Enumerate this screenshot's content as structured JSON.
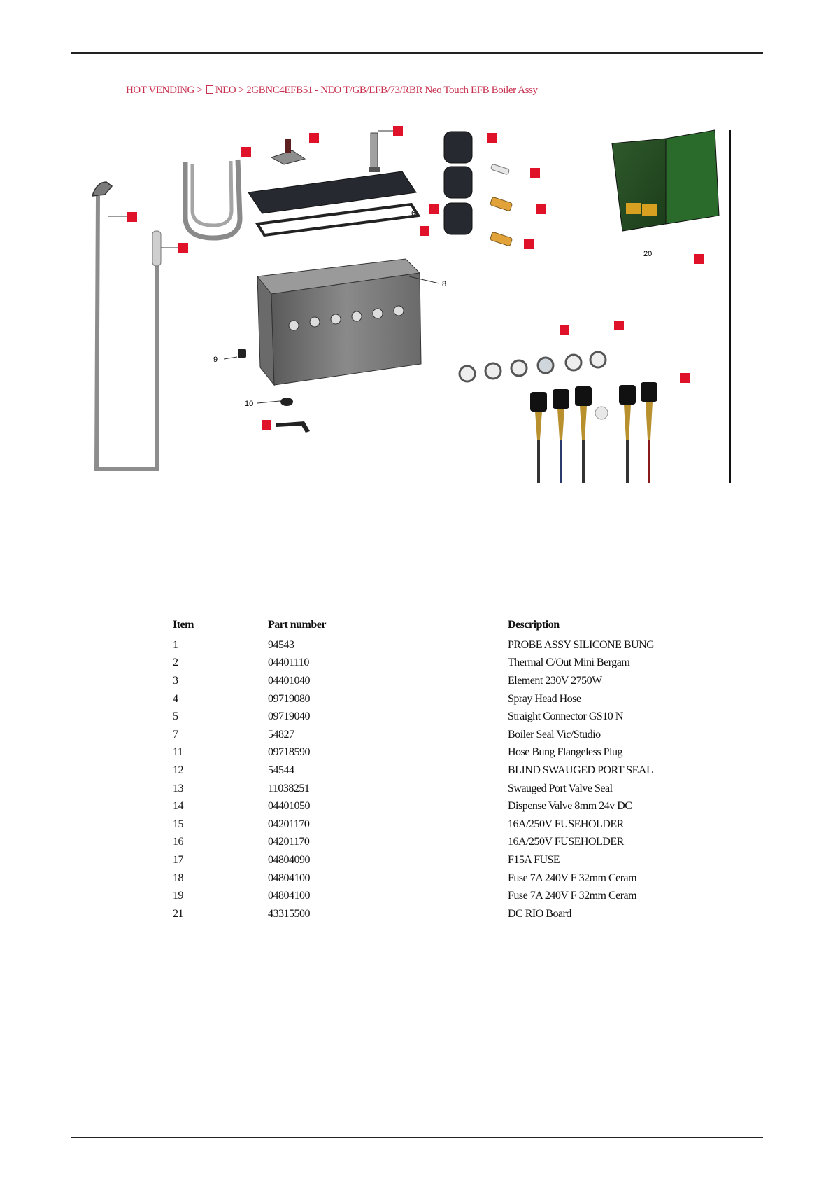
{
  "breadcrumb": {
    "part1": "HOT VENDING >",
    "part2": "NEO > 2GBNC4EFB51 - NEO T/GB/EFB/73/RBR  Neo Touch EFB Boiler Assy"
  },
  "diagram": {
    "labels": {
      "l6": "6",
      "l8": "8",
      "l9": "9",
      "l10": "10",
      "l20": "20"
    }
  },
  "table": {
    "headers": [
      "Item",
      "Part number",
      "Description"
    ],
    "rows": [
      [
        "1",
        "94543",
        "PROBE ASSY SILICONE BUNG"
      ],
      [
        "2",
        "04401110",
        "Thermal C/Out Mini Bergam"
      ],
      [
        "3",
        "04401040",
        "Element 230V 2750W"
      ],
      [
        "4",
        "09719080",
        "Spray Head Hose"
      ],
      [
        "5",
        "09719040",
        "Straight Connector GS10 N"
      ],
      [
        "7",
        "54827",
        "Boiler Seal Vic/Studio"
      ],
      [
        "11",
        "09718590",
        "Hose Bung Flangeless Plug"
      ],
      [
        "12",
        "54544",
        "BLIND SWAUGED PORT SEAL"
      ],
      [
        "13",
        "11038251",
        "Swauged Port Valve Seal"
      ],
      [
        "14",
        "04401050",
        "Dispense Valve 8mm 24v DC"
      ],
      [
        "15",
        "04201170",
        "16A/250V FUSEHOLDER"
      ],
      [
        "16",
        "04201170",
        "16A/250V FUSEHOLDER"
      ],
      [
        "17",
        "04804090",
        "F15A FUSE"
      ],
      [
        "18",
        "04804100",
        "Fuse 7A 240V F 32mm Ceram"
      ],
      [
        "19",
        "04804100",
        "Fuse 7A 240V F 32mm Ceram"
      ],
      [
        "21",
        "43315500",
        "DC RIO Board"
      ]
    ]
  },
  "colors": {
    "breadcrumb": "#c8304f",
    "callout_tag": "#e0122a"
  }
}
